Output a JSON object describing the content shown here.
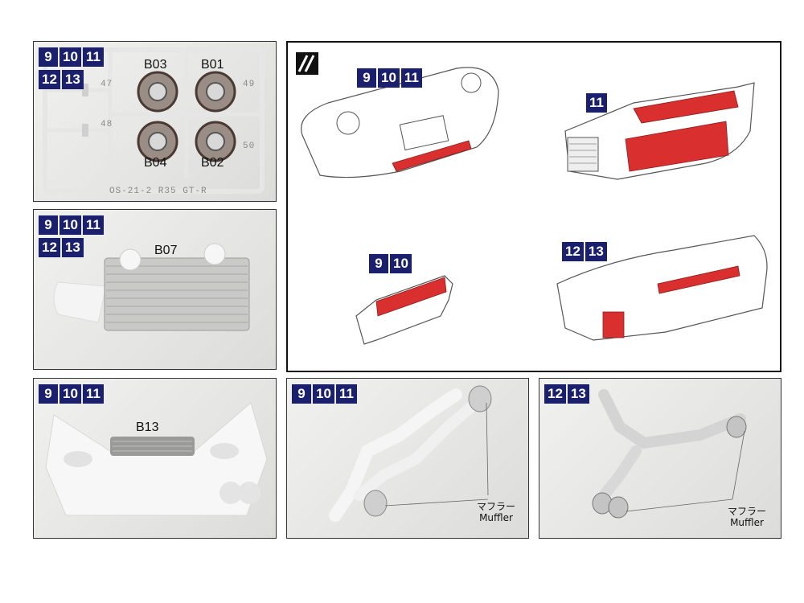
{
  "sprue_panel": {
    "badges_row1": [
      "9",
      "10",
      "11"
    ],
    "badges_row2": [
      "12",
      "13"
    ],
    "parts": [
      "B03",
      "B01",
      "B04",
      "B02"
    ],
    "sprue_code": "OS-21-2 R35 GT-R",
    "tab_numbers": [
      "47",
      "48",
      "49",
      "50"
    ]
  },
  "intercooler_panel": {
    "badges_row1": [
      "9",
      "10",
      "11"
    ],
    "badges_row2": [
      "12",
      "13"
    ],
    "part": "B07"
  },
  "bumper_panel": {
    "badges": [
      "9",
      "10",
      "11"
    ],
    "part": "B13"
  },
  "diagram_panel": {
    "group_a_badges": [
      "9",
      "10",
      "11"
    ],
    "group_b_badges": [
      "11"
    ],
    "group_c_badges": [
      "9",
      "10"
    ],
    "group_d_badges": [
      "12",
      "13"
    ]
  },
  "muffler_panel_a": {
    "badges": [
      "9",
      "10",
      "11"
    ],
    "callout_jp": "マフラー",
    "callout_en": "Muffler"
  },
  "muffler_panel_b": {
    "badges": [
      "12",
      "13"
    ],
    "callout_jp": "マフラー",
    "callout_en": "Muffler"
  },
  "colors": {
    "badge": "#1a1f6e",
    "mesh_red": "#d9302f"
  }
}
